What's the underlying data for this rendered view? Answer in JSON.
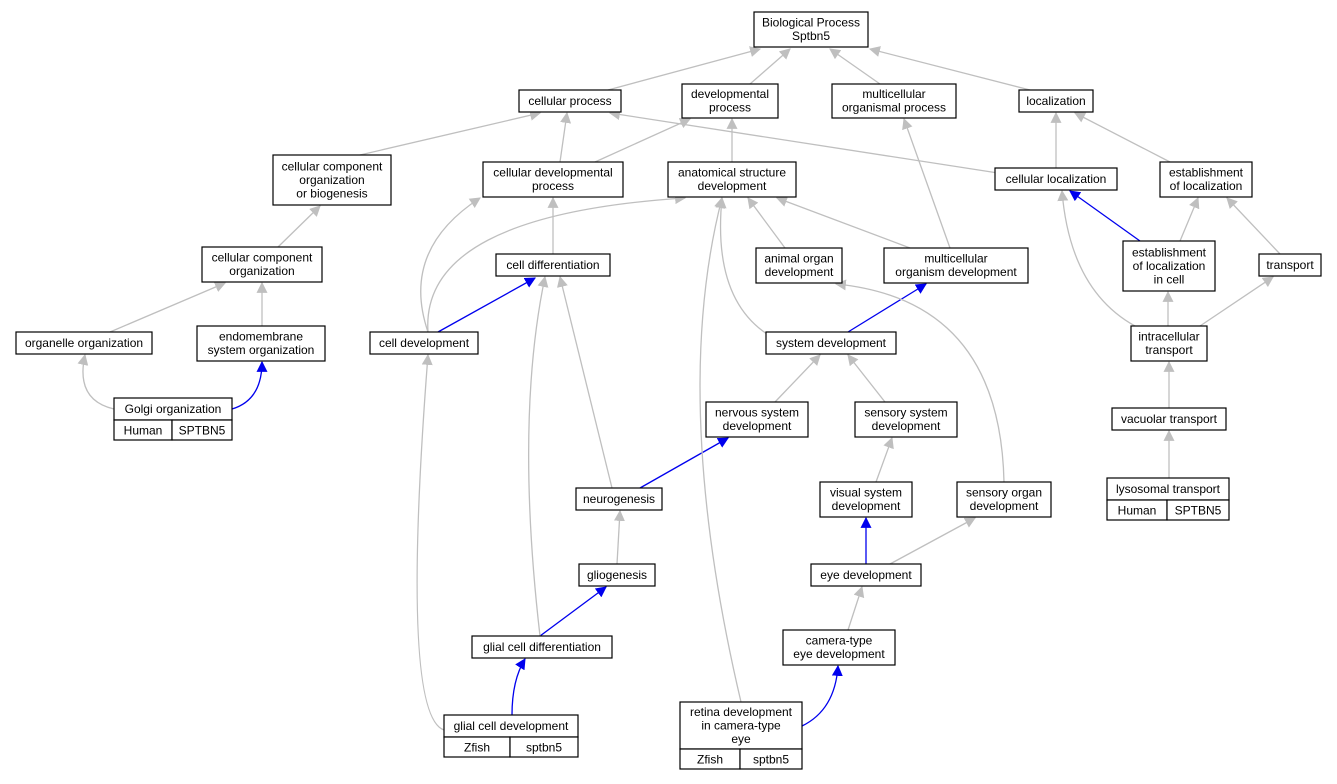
{
  "colors": {
    "edge_default": "#bfbfbf",
    "edge_highlight": "#0000ee",
    "human_annotation": "#ff6a4d",
    "zfish_annotation": "#6495ed"
  },
  "nodes": {
    "bp": {
      "lines": [
        "Biological Process",
        "Sptbn5"
      ]
    },
    "cellular_process": {
      "lines": [
        "cellular process"
      ]
    },
    "developmental_process": {
      "lines": [
        "developmental",
        "process"
      ]
    },
    "multicellular_organismal_process": {
      "lines": [
        "multicellular",
        "organismal process"
      ]
    },
    "localization": {
      "lines": [
        "localization"
      ]
    },
    "ccob": {
      "lines": [
        "cellular component",
        "organization",
        "or biogenesis"
      ]
    },
    "cellular_developmental_process": {
      "lines": [
        "cellular developmental",
        "process"
      ]
    },
    "anatomical_structure_development": {
      "lines": [
        "anatomical structure",
        "development"
      ]
    },
    "cellular_localization": {
      "lines": [
        "cellular localization"
      ]
    },
    "establishment_of_localization": {
      "lines": [
        "establishment",
        "of localization"
      ]
    },
    "cco": {
      "lines": [
        "cellular component",
        "organization"
      ]
    },
    "cell_differentiation": {
      "lines": [
        "cell differentiation"
      ]
    },
    "animal_organ_development": {
      "lines": [
        "animal organ",
        "development"
      ]
    },
    "multicellular_organism_development": {
      "lines": [
        "multicellular",
        "organism development"
      ]
    },
    "establishment_of_localization_in_cell": {
      "lines": [
        "establishment",
        "of localization",
        "in cell"
      ]
    },
    "transport": {
      "lines": [
        "transport"
      ]
    },
    "organelle_organization": {
      "lines": [
        "organelle organization"
      ]
    },
    "endomembrane_system_organization": {
      "lines": [
        "endomembrane",
        "system organization"
      ]
    },
    "cell_development": {
      "lines": [
        "cell development"
      ]
    },
    "system_development": {
      "lines": [
        "system development"
      ]
    },
    "intracellular_transport": {
      "lines": [
        "intracellular",
        "transport"
      ]
    },
    "golgi_organization": {
      "lines": [
        "Golgi organization"
      ],
      "annotation": [
        "Human",
        "SPTBN5"
      ]
    },
    "nervous_system_development": {
      "lines": [
        "nervous system",
        "development"
      ]
    },
    "sensory_system_development": {
      "lines": [
        "sensory system",
        "development"
      ]
    },
    "vacuolar_transport": {
      "lines": [
        "vacuolar transport"
      ]
    },
    "neurogenesis": {
      "lines": [
        "neurogenesis"
      ]
    },
    "visual_system_development": {
      "lines": [
        "visual system",
        "development"
      ]
    },
    "sensory_organ_development": {
      "lines": [
        "sensory organ",
        "development"
      ]
    },
    "lysosomal_transport": {
      "lines": [
        "lysosomal transport"
      ],
      "annotation": [
        "Human",
        "SPTBN5"
      ]
    },
    "gliogenesis": {
      "lines": [
        "gliogenesis"
      ]
    },
    "eye_development": {
      "lines": [
        "eye development"
      ]
    },
    "glial_cell_differentiation": {
      "lines": [
        "glial cell differentiation"
      ]
    },
    "camera_type_eye_development": {
      "lines": [
        "camera-type",
        "eye development"
      ]
    },
    "glial_cell_development": {
      "lines": [
        "glial cell development"
      ],
      "annotation": [
        "Zfish",
        "sptbn5"
      ]
    },
    "retina_development": {
      "lines": [
        "retina development",
        "in camera-type",
        "eye"
      ],
      "annotation": [
        "Zfish",
        "sptbn5"
      ]
    }
  },
  "edges": [
    {
      "from": "cellular_process",
      "to": "bp",
      "highlight": false
    },
    {
      "from": "developmental_process",
      "to": "bp",
      "highlight": false
    },
    {
      "from": "multicellular_organismal_process",
      "to": "bp",
      "highlight": false
    },
    {
      "from": "localization",
      "to": "bp",
      "highlight": false
    },
    {
      "from": "ccob",
      "to": "cellular_process",
      "highlight": false
    },
    {
      "from": "cellular_developmental_process",
      "to": "cellular_process",
      "highlight": false
    },
    {
      "from": "cellular_developmental_process",
      "to": "developmental_process",
      "highlight": false
    },
    {
      "from": "anatomical_structure_development",
      "to": "developmental_process",
      "highlight": false
    },
    {
      "from": "cellular_localization",
      "to": "cellular_process",
      "highlight": false
    },
    {
      "from": "cellular_localization",
      "to": "localization",
      "highlight": false
    },
    {
      "from": "establishment_of_localization",
      "to": "localization",
      "highlight": false
    },
    {
      "from": "cco",
      "to": "ccob",
      "highlight": false
    },
    {
      "from": "cell_differentiation",
      "to": "cellular_developmental_process",
      "highlight": false
    },
    {
      "from": "animal_organ_development",
      "to": "anatomical_structure_development",
      "highlight": false
    },
    {
      "from": "multicellular_organism_development",
      "to": "anatomical_structure_development",
      "highlight": false
    },
    {
      "from": "multicellular_organism_development",
      "to": "multicellular_organismal_process",
      "highlight": false
    },
    {
      "from": "establishment_of_localization_in_cell",
      "to": "cellular_localization",
      "highlight": true
    },
    {
      "from": "establishment_of_localization_in_cell",
      "to": "establishment_of_localization",
      "highlight": false
    },
    {
      "from": "transport",
      "to": "establishment_of_localization",
      "highlight": false
    },
    {
      "from": "organelle_organization",
      "to": "cco",
      "highlight": false
    },
    {
      "from": "endomembrane_system_organization",
      "to": "cco",
      "highlight": false
    },
    {
      "from": "cell_development",
      "to": "cellular_developmental_process",
      "highlight": false
    },
    {
      "from": "cell_development",
      "to": "anatomical_structure_development",
      "highlight": false
    },
    {
      "from": "cell_development",
      "to": "cell_differentiation",
      "highlight": true
    },
    {
      "from": "system_development",
      "to": "anatomical_structure_development",
      "highlight": false
    },
    {
      "from": "system_development",
      "to": "multicellular_organism_development",
      "highlight": true
    },
    {
      "from": "intracellular_transport",
      "to": "cellular_localization",
      "highlight": false
    },
    {
      "from": "intracellular_transport",
      "to": "establishment_of_localization_in_cell",
      "highlight": false
    },
    {
      "from": "intracellular_transport",
      "to": "transport",
      "highlight": false
    },
    {
      "from": "golgi_organization",
      "to": "organelle_organization",
      "highlight": false
    },
    {
      "from": "golgi_organization",
      "to": "endomembrane_system_organization",
      "highlight": true
    },
    {
      "from": "nervous_system_development",
      "to": "system_development",
      "highlight": false
    },
    {
      "from": "sensory_system_development",
      "to": "system_development",
      "highlight": false
    },
    {
      "from": "vacuolar_transport",
      "to": "intracellular_transport",
      "highlight": false
    },
    {
      "from": "neurogenesis",
      "to": "cell_differentiation",
      "highlight": false
    },
    {
      "from": "neurogenesis",
      "to": "nervous_system_development",
      "highlight": true
    },
    {
      "from": "visual_system_development",
      "to": "sensory_system_development",
      "highlight": false
    },
    {
      "from": "sensory_organ_development",
      "to": "animal_organ_development",
      "highlight": false
    },
    {
      "from": "lysosomal_transport",
      "to": "vacuolar_transport",
      "highlight": false
    },
    {
      "from": "gliogenesis",
      "to": "neurogenesis",
      "highlight": false
    },
    {
      "from": "eye_development",
      "to": "visual_system_development",
      "highlight": true
    },
    {
      "from": "eye_development",
      "to": "sensory_organ_development",
      "highlight": false
    },
    {
      "from": "glial_cell_differentiation",
      "to": "gliogenesis",
      "highlight": true
    },
    {
      "from": "glial_cell_differentiation",
      "to": "cell_differentiation",
      "highlight": false
    },
    {
      "from": "camera_type_eye_development",
      "to": "eye_development",
      "highlight": false
    },
    {
      "from": "glial_cell_development",
      "to": "glial_cell_differentiation",
      "highlight": true
    },
    {
      "from": "glial_cell_development",
      "to": "cell_development",
      "highlight": false
    },
    {
      "from": "retina_development",
      "to": "camera_type_eye_development",
      "highlight": true
    },
    {
      "from": "retina_development",
      "to": "anatomical_structure_development",
      "highlight": false
    }
  ]
}
